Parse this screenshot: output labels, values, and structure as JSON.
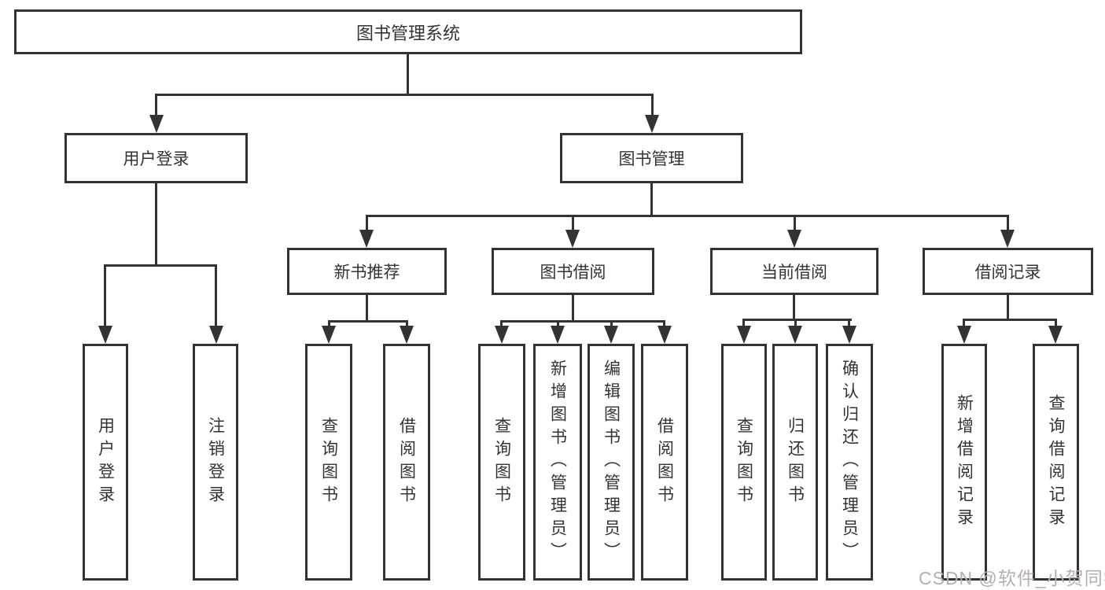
{
  "diagram": {
    "root": {
      "label": "图书管理系统"
    },
    "level2": [
      {
        "label": "用户登录"
      },
      {
        "label": "图书管理"
      }
    ],
    "level3": [
      {
        "label": "新书推荐"
      },
      {
        "label": "图书借阅"
      },
      {
        "label": "当前借阅"
      },
      {
        "label": "借阅记录"
      }
    ],
    "leaves": {
      "user": [
        "用户登录",
        "注销登录"
      ],
      "newbook": [
        "查询图书",
        "借阅图书"
      ],
      "borrow": [
        "查询图书",
        "新增图书（管理员）",
        "编辑图书（管理员）",
        "借阅图书"
      ],
      "current": [
        "查询图书",
        "归还图书",
        "确认归还（管理员）"
      ],
      "records": [
        "新增借阅记录",
        "查询借阅记录"
      ]
    }
  },
  "watermark": {
    "text": "CSDN @软件_小贺同学"
  },
  "colors": {
    "line": "#333333",
    "text": "#333333",
    "watermark": "#b6aeb0",
    "background": "#ffffff"
  }
}
